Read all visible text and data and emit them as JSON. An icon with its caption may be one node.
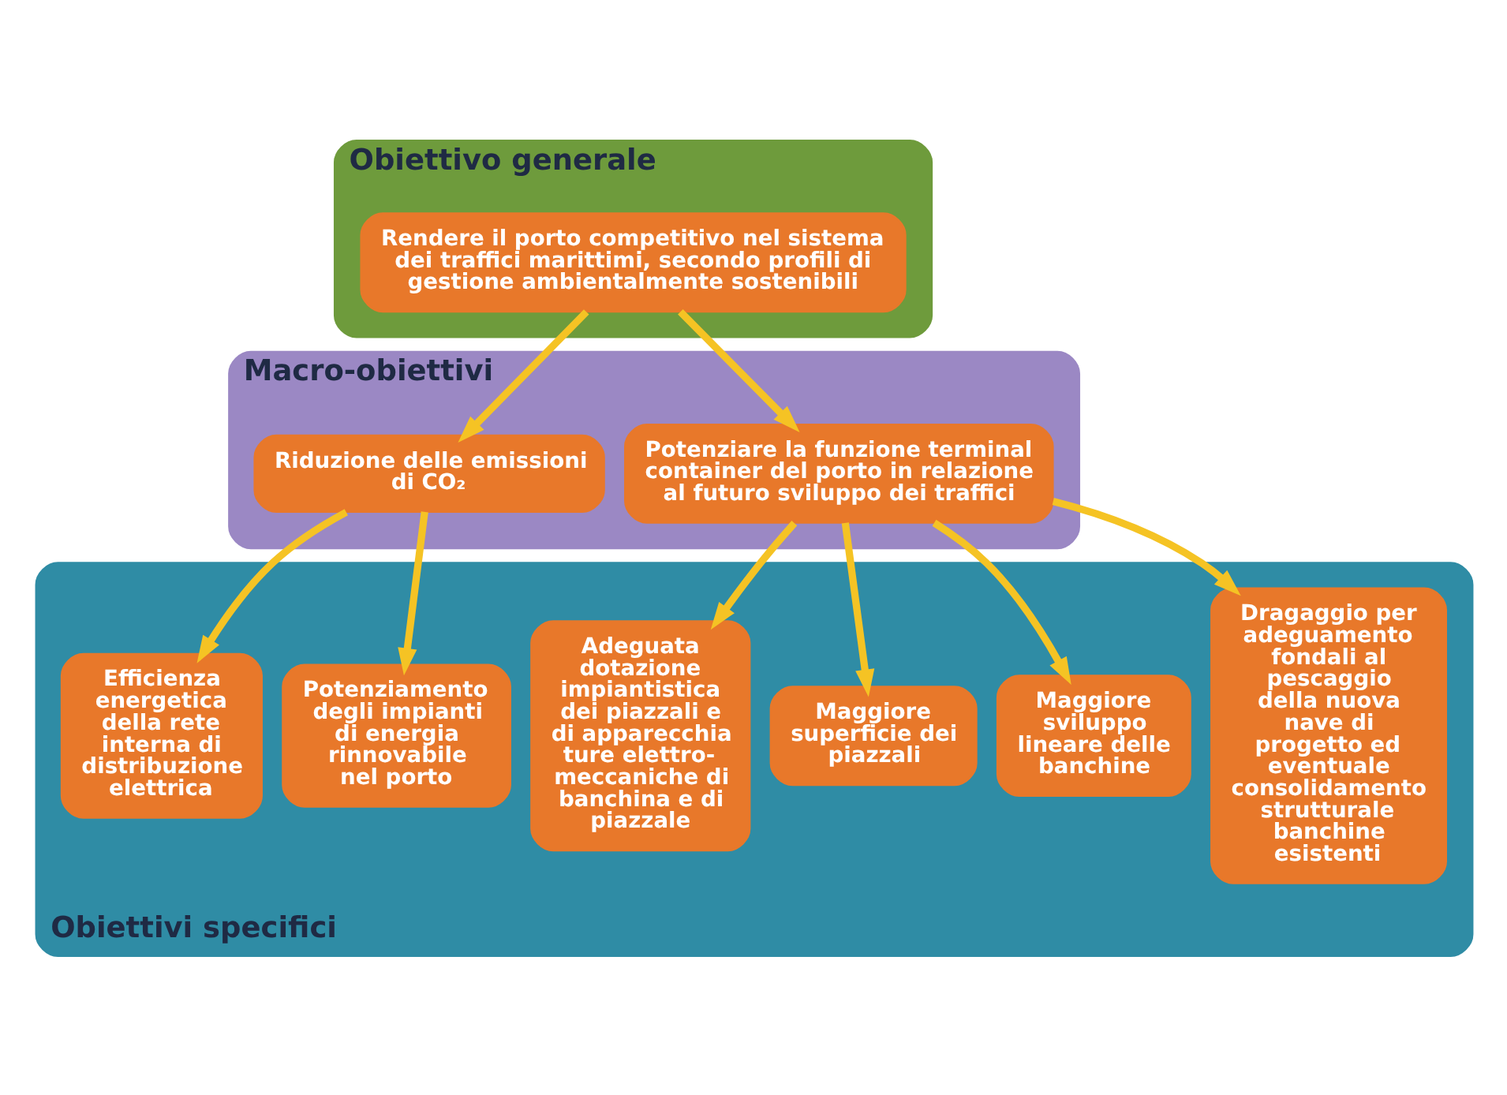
{
  "diagram": {
    "nodes": [
      {
        "text": [
          "Obiettivo generale"
        ]
      },
      {
        "text": [
          "Rendere il porto competitivo nel sistema dei traffici marittimi, secondo profili di gestione ambientalmente sostenibili"
        ],
        "in": 0
      },
      {
        "text": [
          "Macro-obiettivi"
        ]
      },
      {
        "text": [
          "Potenziare la funzione terminal container del porto in relazione al futuro sviluppo dei traffici"
        ],
        "in": 2
      },
      {
        "text": [
          "Riduzione delle emissioni di CO₂"
        ],
        "in": 2
      },
      {
        "text": [
          "Obiettivi specifici"
        ]
      },
      {
        "text": [
          "Dragaggio per adeguamento fondali al pescaggio della nuova nave di progetto ed eventuale consolidamento strutturale banchine esistenti"
        ],
        "in": 5
      },
      {
        "text": [
          "Maggiore sviluppo lineare delle banchine"
        ],
        "in": 5
      },
      {
        "text": [
          "Maggiore superficie dei piazzali"
        ],
        "in": 5
      },
      {
        "text": [
          "Adeguata dotazione impiantistica dei piazzali e di apparecchiature elettro-meccaniche di banchina e di piazzale"
        ],
        "in": 5
      },
      {
        "text": [
          "Potenziamento degli impianti di energia rinnovabile nel porto"
        ],
        "in": 5
      },
      {
        "text": [
          "Efficienza energetica della rete interna di distribuzione elettrica"
        ],
        "in": 5
      }
    ],
    "edges": [
      {
        "from": 1,
        "to": 3,
        "arrow": "to"
      },
      {
        "from": 1,
        "to": 4,
        "arrow": "to"
      },
      {
        "from": 3,
        "to": 6,
        "arrow": "to"
      },
      {
        "from": 3,
        "to": 7,
        "arrow": "to"
      },
      {
        "from": 3,
        "to": 8,
        "arrow": "to"
      },
      {
        "from": 3,
        "to": 9,
        "arrow": "to"
      },
      {
        "from": 4,
        "to": 10,
        "arrow": "to"
      },
      {
        "from": 4,
        "to": 11,
        "arrow": "to"
      }
    ]
  }
}
